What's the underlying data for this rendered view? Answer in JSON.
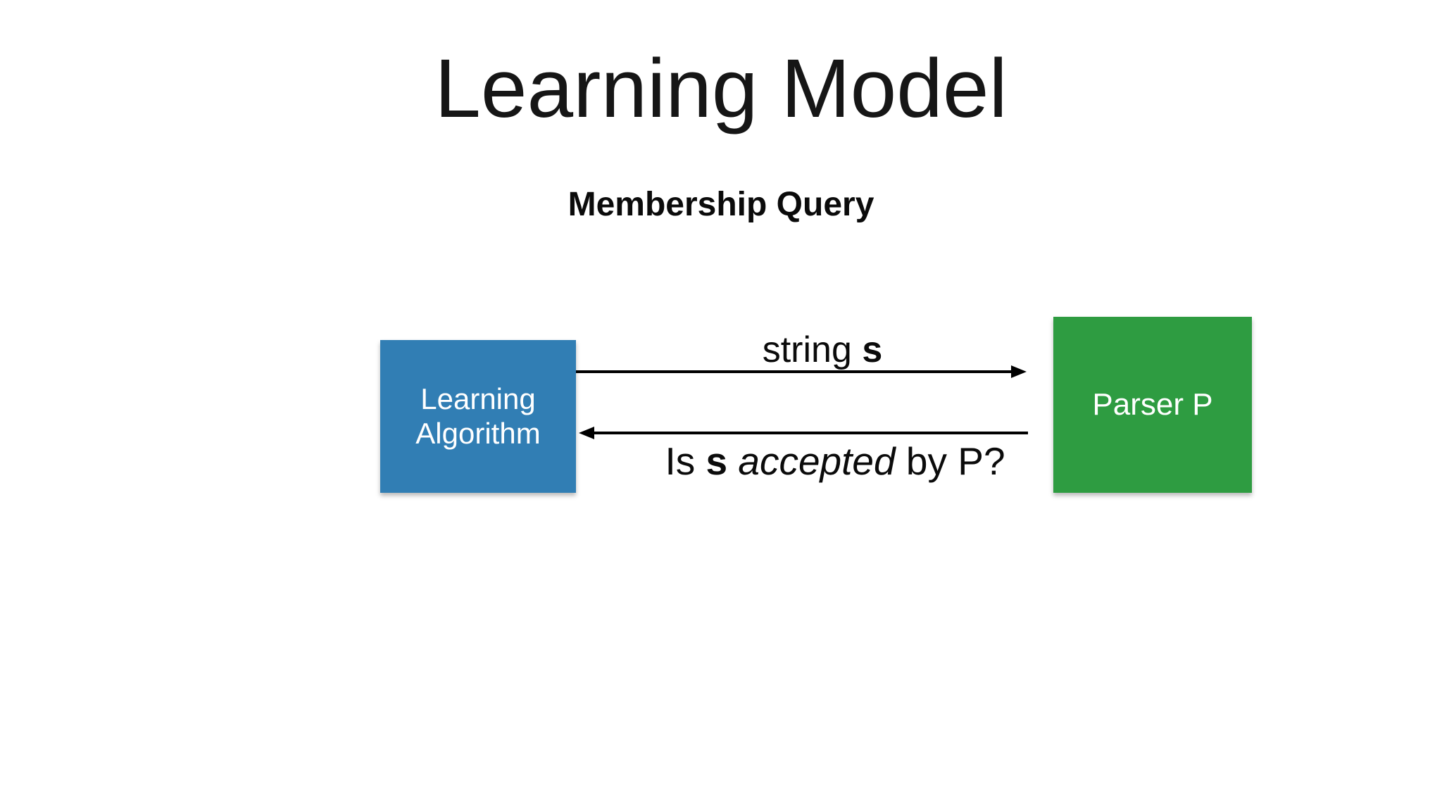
{
  "slide": {
    "title": "Learning Model",
    "subtitle": "Membership Query",
    "background_color": "#ffffff",
    "text_color": "#161616"
  },
  "diagram": {
    "arrow_color": "#000000",
    "learner_box": {
      "lines": [
        "Learning",
        "Algorithm"
      ],
      "color": "#317eb4",
      "text_color": "#ffffff"
    },
    "parser_box": {
      "label": "Parser P",
      "color": "#2e9c41",
      "text_color": "#ffffff"
    },
    "query_arrow": {
      "direction": "right",
      "label": {
        "regular": "string ",
        "bold": "s"
      }
    },
    "response_arrow": {
      "direction": "left",
      "label": {
        "p1": "Is ",
        "bold": "s",
        "italic": " accepted ",
        "p2": "by P?"
      }
    }
  }
}
